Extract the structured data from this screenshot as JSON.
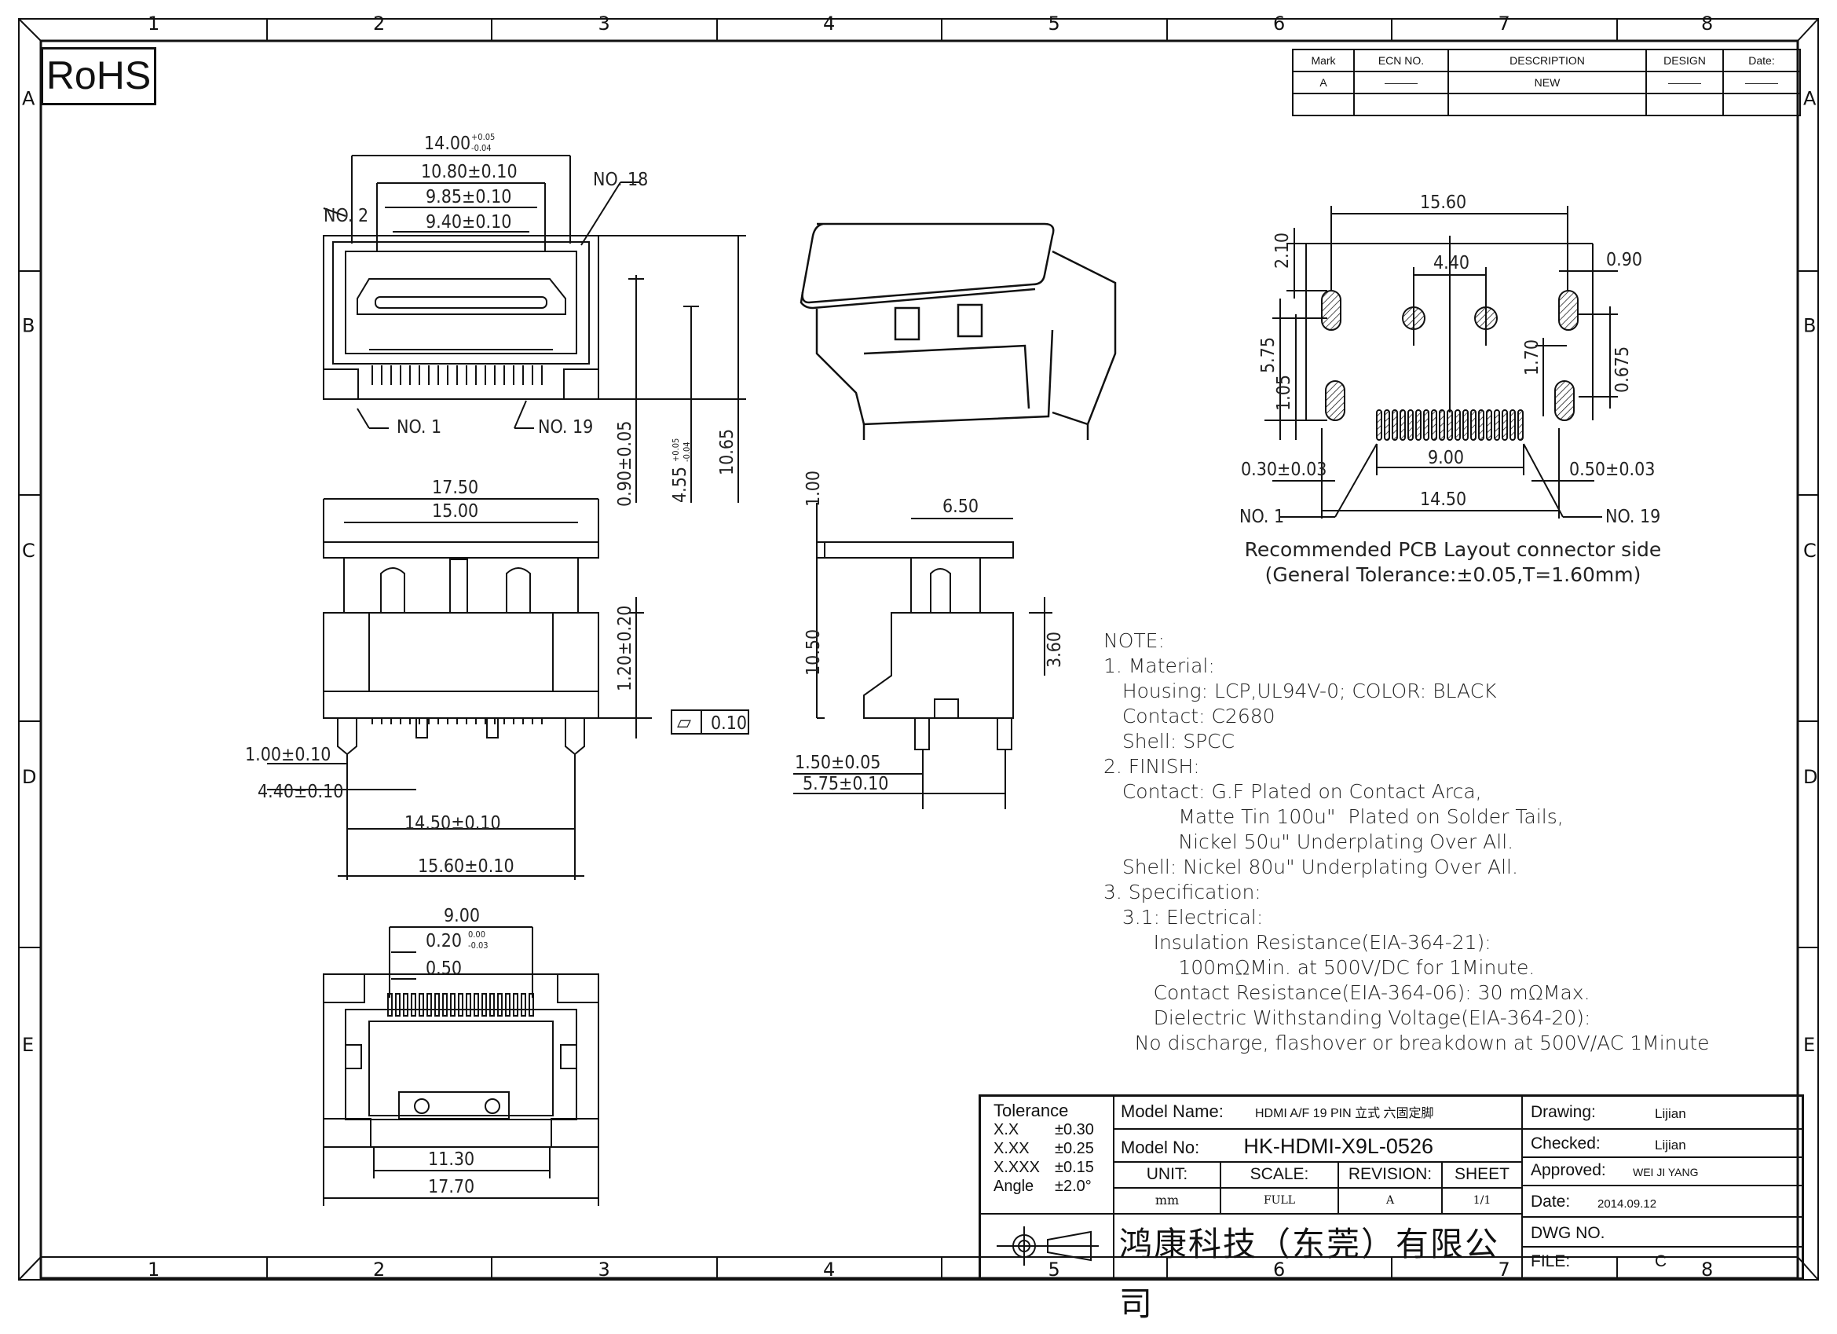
{
  "rohs": "RoHS",
  "grid": {
    "columns": [
      "1",
      "2",
      "3",
      "4",
      "5",
      "6",
      "7",
      "8"
    ],
    "rows": [
      "A",
      "B",
      "C",
      "D",
      "E"
    ]
  },
  "revision_table": {
    "headers": [
      "Mark",
      "ECN NO.",
      "DESCRIPTION",
      "DESIGN",
      "Date:"
    ],
    "row": [
      "A",
      "———",
      "NEW",
      "———",
      "———"
    ]
  },
  "top_view": {
    "dims": [
      "14.00",
      "10.80±0.10",
      "9.85±0.10",
      "9.40±0.10",
      "0.90±0.05",
      "4.55",
      "10.65"
    ],
    "tol_14": [
      "+0.05",
      "-0.04"
    ],
    "tol_455": [
      "+0.05",
      "-0.04"
    ],
    "callouts": [
      "NO. 2",
      "NO. 18",
      "NO. 1",
      "NO. 19"
    ]
  },
  "front_view": {
    "dims": [
      "17.50",
      "15.00",
      "1.20±0.20",
      "1.00±0.10",
      "4.40±0.10",
      "14.50±0.10",
      "15.60±0.10"
    ],
    "flatness_symbol": "▱",
    "flatness": "0.10"
  },
  "side_view": {
    "dims": [
      "1.00",
      "6.50",
      "10.50",
      "3.60",
      "1.50±0.05",
      "5.75±0.10"
    ]
  },
  "bottom_view": {
    "dims": [
      "9.00",
      "0.20",
      "0.50",
      "11.30",
      "17.70"
    ],
    "tol_020": [
      "0.00",
      "-0.03"
    ]
  },
  "pcb": {
    "dims": [
      "15.60",
      "2.10",
      "4.40",
      "0.90",
      "5.75",
      "1.05",
      "1.70",
      "0.675",
      "9.00",
      "0.30±0.03",
      "0.50±0.03",
      "14.50"
    ],
    "callouts": [
      "NO. 1",
      "NO. 19"
    ],
    "caption_line1": "Recommended PCB Layout connector side",
    "caption_line2": "(General Tolerance:±0.05,T=1.60mm)"
  },
  "notes": [
    "NOTE:",
    "1. Material:",
    "   Housing: LCP,UL94V-0; COLOR: BLACK",
    "   Contact: C2680",
    "   Shell: SPCC",
    "2. FINISH:",
    "   Contact: G.F Plated on Contact Arca,",
    "            Matte Tin 100u\"  Plated on Solder Tails,",
    "            Nickel 50u\" Underplating Over All.",
    "   Shell: Nickel 80u\" Underplating Over All.",
    "3. Specification:",
    "   3.1: Electrical:",
    "        Insulation Resistance(EIA-364-21):",
    "            100mΩMin. at 500V/DC for 1Minute.",
    "        Contact Resistance(EIA-364-06): 30 mΩMax.",
    "        Dielectric Withstanding Voltage(EIA-364-20):",
    "     No discharge, flashover or breakdown at 500V/AC 1Minute"
  ],
  "title_block": {
    "tolerance_label": "Tolerance",
    "tolerances": [
      [
        "X.X",
        "±0.30"
      ],
      [
        "X.XX",
        "±0.25"
      ],
      [
        "X.XXX",
        "±0.15"
      ],
      [
        "Angle",
        "±2.0°"
      ]
    ],
    "model_name_label": "Model Name:",
    "model_name": "HDMI A/F 19 PIN 立式 六固定脚",
    "model_no_label": "Model No:",
    "model_no": "HK-HDMI-X9L-0526",
    "unit_label": "UNIT:",
    "unit": "mm",
    "scale_label": "SCALE:",
    "scale": "FULL",
    "revision_label": "REVISION:",
    "revision": "A",
    "sheet_label": "SHEET",
    "sheet": "1/1",
    "company": "鸿康科技（东莞）有限公司",
    "drawing_label": "Drawing:",
    "drawing": "Lijian",
    "checked_label": "Checked:",
    "checked": "Lijian",
    "approved_label": "Approved:",
    "approved": "WEI JI YANG",
    "date_label": "Date:",
    "date": "2014.09.12",
    "dwg_label": "DWG NO.",
    "dwg": "",
    "file_label": "FILE:",
    "file": "C"
  }
}
